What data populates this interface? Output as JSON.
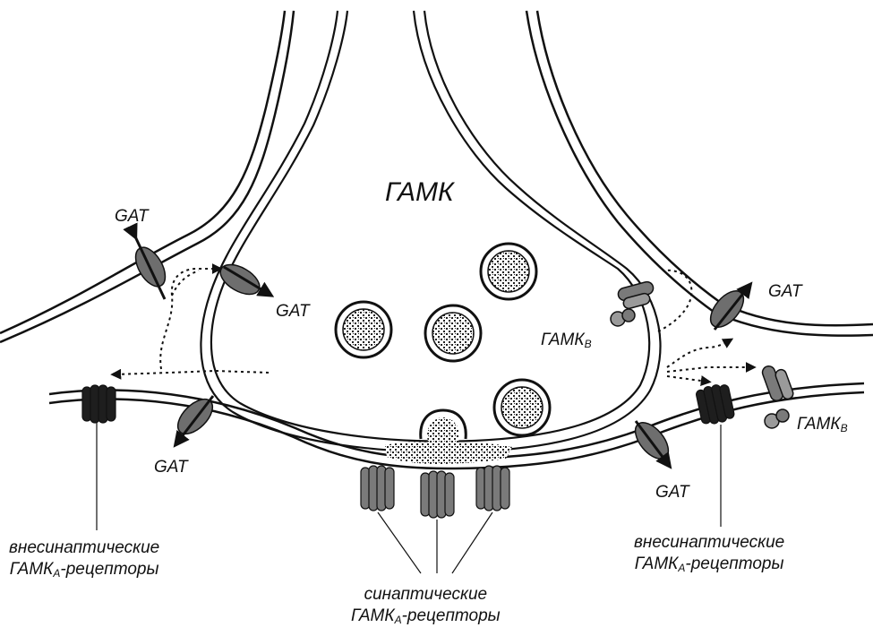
{
  "main_label": "ГАМК",
  "gat_label": "GAT",
  "gabab": {
    "prefix": "ГАМК",
    "sub": "B"
  },
  "captions": {
    "extrasynaptic_left": {
      "line1": "внесинаптические",
      "prefix": "ГАМК",
      "sub": "A",
      "suffix": "-рецепторы"
    },
    "extrasynaptic_right": {
      "line1": "внесинаптические",
      "prefix": "ГАМК",
      "sub": "A",
      "suffix": "-рецепторы"
    },
    "synaptic": {
      "line1": "синаптические",
      "prefix": "ГАМК",
      "sub": "A",
      "suffix": "-рецепторы"
    }
  },
  "colors": {
    "stroke": "#111111",
    "protein": "#6e6e6e",
    "protein_dark": "#1e1e1e",
    "protein_light": "#9a9a9a"
  }
}
